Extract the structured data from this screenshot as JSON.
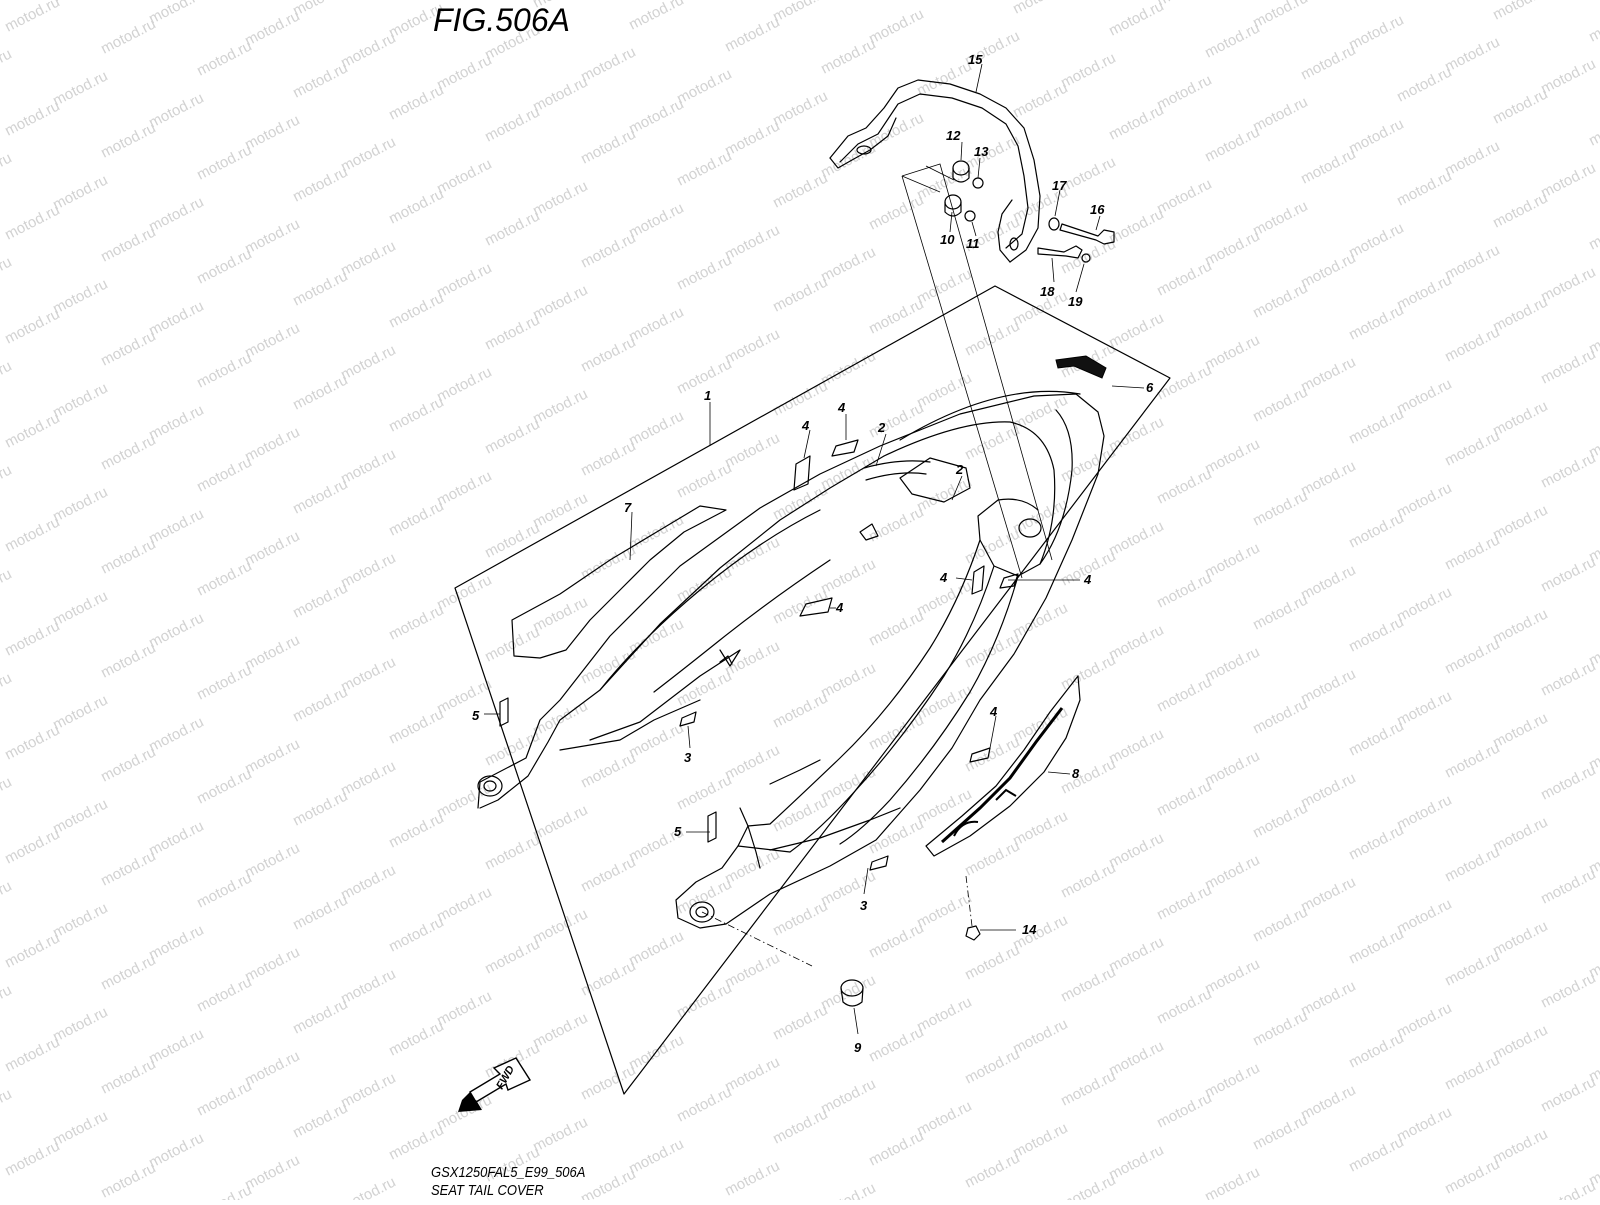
{
  "figure": {
    "title": "FIG.506A",
    "model_code": "GSX1250FAL5_E99_506A",
    "name": "SEAT TAIL COVER",
    "direction_label": "FWD"
  },
  "watermark": {
    "text": "motod.ru",
    "color": "#d2d2d2"
  },
  "callouts": [
    {
      "id": "c15",
      "label": "15"
    },
    {
      "id": "c12",
      "label": "12"
    },
    {
      "id": "c13",
      "label": "13"
    },
    {
      "id": "c17",
      "label": "17"
    },
    {
      "id": "c16",
      "label": "16"
    },
    {
      "id": "c10",
      "label": "10"
    },
    {
      "id": "c11",
      "label": "11"
    },
    {
      "id": "c18",
      "label": "18"
    },
    {
      "id": "c19",
      "label": "19"
    },
    {
      "id": "c6",
      "label": "6"
    },
    {
      "id": "c1",
      "label": "1"
    },
    {
      "id": "c4a",
      "label": "4"
    },
    {
      "id": "c4b",
      "label": "4"
    },
    {
      "id": "c2a",
      "label": "2"
    },
    {
      "id": "c2b",
      "label": "2"
    },
    {
      "id": "c7",
      "label": "7"
    },
    {
      "id": "c4c",
      "label": "4"
    },
    {
      "id": "c4d",
      "label": "4"
    },
    {
      "id": "c4e",
      "label": "4"
    },
    {
      "id": "c5a",
      "label": "5"
    },
    {
      "id": "c3a",
      "label": "3"
    },
    {
      "id": "c4f",
      "label": "4"
    },
    {
      "id": "c8",
      "label": "8"
    },
    {
      "id": "c5b",
      "label": "5"
    },
    {
      "id": "c3b",
      "label": "3"
    },
    {
      "id": "c14",
      "label": "14"
    },
    {
      "id": "c9",
      "label": "9"
    }
  ]
}
